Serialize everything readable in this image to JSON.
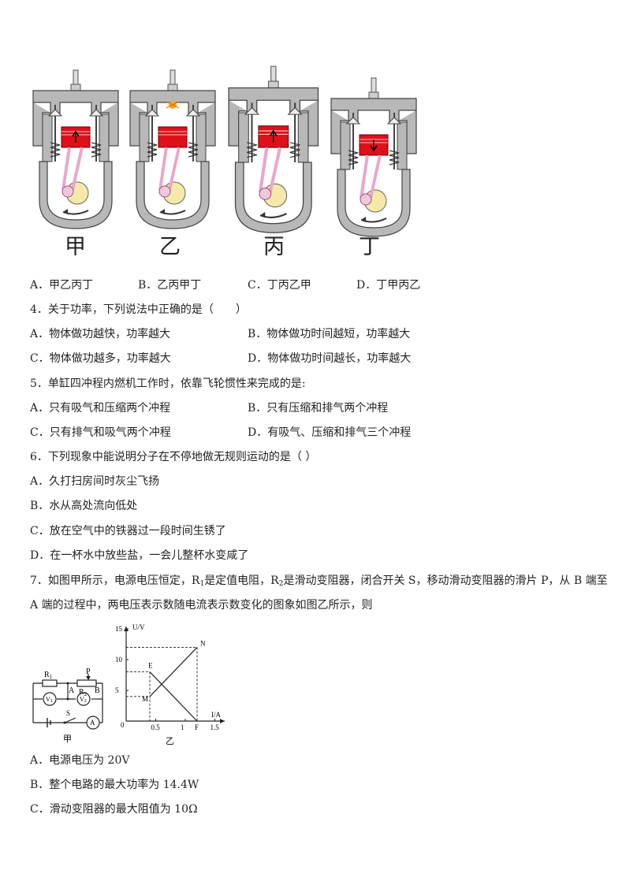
{
  "engines": [
    {
      "label": "甲",
      "piston_arrow": "up",
      "spark": false
    },
    {
      "label": "乙",
      "piston_arrow": "none",
      "spark": true
    },
    {
      "label": "丙",
      "piston_arrow": "up",
      "spark": false
    },
    {
      "label": "丁",
      "piston_arrow": "down",
      "spark": false
    }
  ],
  "q3": {
    "options": [
      "A．甲乙丙丁",
      "B．乙丙甲丁",
      "C．丁丙乙甲",
      "D．丁甲丙乙"
    ]
  },
  "q4": {
    "stem": "4．关于功率，下列说法中正确的是（　　）",
    "options": [
      "A．物体做功越快，功率越大",
      "B．物体做功时间越短，功率越大",
      "C．物体做功越多，功率越大",
      "D．物体做功时间越长，功率越大"
    ]
  },
  "q5": {
    "stem": "5．单缸四冲程内燃机工作时，依靠飞轮惯性来完成的是:",
    "options": [
      "A．只有吸气和压缩两个冲程",
      "B．只有压缩和排气两个冲程",
      "C．只有排气和吸气两个冲程",
      "D．有吸气、压缩和排气三个冲程"
    ]
  },
  "q6": {
    "stem": "6．下列现象中能说明分子在不停地做无规则运动的是（ ）",
    "options": [
      "A．久打扫房间时灰尘飞扬",
      "B．水从高处流向低处",
      "C．放在空气中的铁器过一段时间生锈了",
      "D．在一杯水中放些盐，一会儿整杯水变咸了"
    ]
  },
  "q7": {
    "stem_p1": "7．如图甲所示，电源电压恒定，R",
    "sub1": "1",
    "stem_p2": "是定值电阻，R",
    "sub2": "2",
    "stem_p3": "是滑动变阻器，闭合开关 S，移动滑动变阻器的滑片 P，从 B 端至",
    "stem_line2": "A 端的过程中，两电压表示数随电流表示数变化的图象如图乙所示，则",
    "options": [
      "A．电源电压为 20V",
      "B．整个电路的最大功率为 14.4W",
      "C．滑动变阻器的最大阻值为 10Ω"
    ],
    "circuit": {
      "caption": "甲",
      "r1": "R",
      "r1_sub": "1",
      "r2": "R",
      "r2_sub": "2",
      "p": "P",
      "a": "A",
      "b": "B",
      "s": "S",
      "v1": "V",
      "v1_sub": "1",
      "v2": "V",
      "v2_sub": "2",
      "ammeter": "A"
    },
    "graph": {
      "caption": "乙",
      "ylabel": "U/V",
      "xlabel": "I/A",
      "origin": "0",
      "yticks": [
        "15",
        "10",
        "5"
      ],
      "xticks": [
        "0.5",
        "1",
        "1.5"
      ],
      "points": {
        "E": "E",
        "M": "M",
        "N": "N",
        "F": "F"
      }
    }
  },
  "chart_data": {
    "type": "line",
    "xlabel": "I/A",
    "ylabel": "U/V",
    "xlim": [
      0,
      1.6
    ],
    "ylim": [
      0,
      15
    ],
    "series": [
      {
        "points": [
          [
            0.4,
            8
          ],
          [
            1.2,
            0
          ]
        ]
      },
      {
        "points": [
          [
            0.4,
            4
          ],
          [
            1.2,
            12
          ]
        ]
      }
    ],
    "labeled_points": {
      "E": [
        0.4,
        8
      ],
      "M": [
        0.4,
        4
      ],
      "N": [
        1.2,
        12
      ],
      "F": [
        1.2,
        0
      ]
    }
  },
  "colors": {
    "piston": "#e0101a",
    "engine_body": "#b8b8b8",
    "flywheel": "#f4e9a8",
    "rod": "#e8a8c8"
  }
}
